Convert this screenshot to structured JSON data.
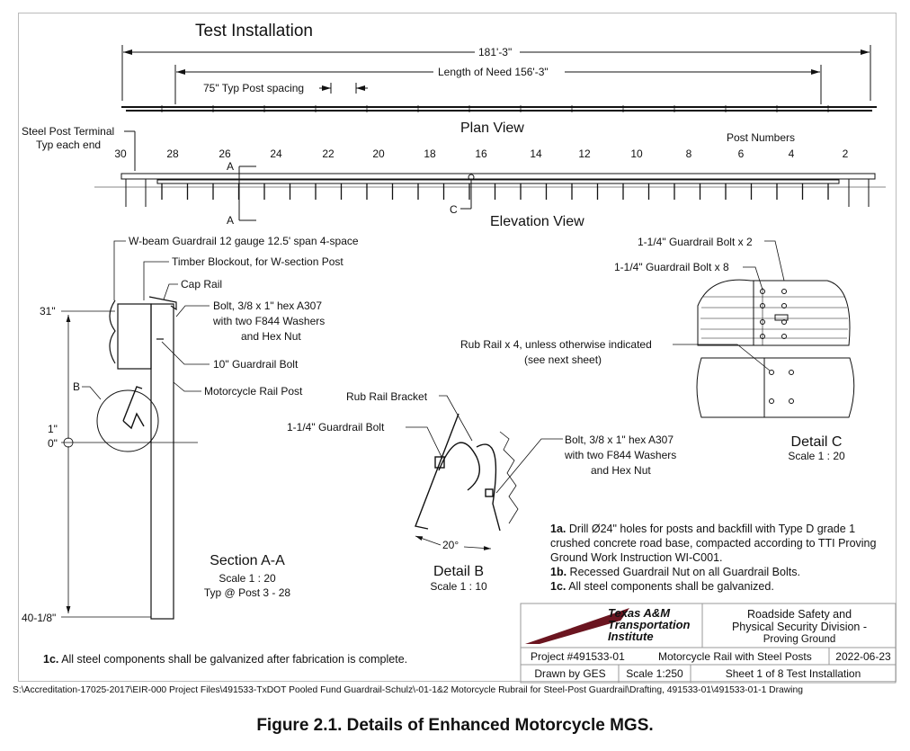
{
  "titles": {
    "test_installation": "Test Installation",
    "plan_view": "Plan View",
    "elevation_view": "Elevation View"
  },
  "dims": {
    "overall": "181'-3\"",
    "length_of_need": "Length of Need 156'-3\"",
    "post_spacing": "75\" Typ Post spacing"
  },
  "plan": {
    "steel_post_terminal": "Steel Post Terminal",
    "typ_each_end": "Typ each end",
    "post_numbers": "Post Numbers",
    "post_labels": [
      "30",
      "28",
      "26",
      "24",
      "22",
      "20",
      "18",
      "16",
      "14",
      "12",
      "10",
      "8",
      "6",
      "4",
      "2"
    ],
    "section_marker": "A",
    "detail_c_marker": "C"
  },
  "section": {
    "wbeam": "W-beam Guardrail 12 gauge 12.5' span 4-space",
    "blockout": "Timber Blockout, for W-section Post",
    "cap_rail": "Cap Rail",
    "bolt1": "Bolt, 3/8 x 1\" hex A307",
    "bolt2": "with two F844 Washers",
    "bolt3": "and Hex Nut",
    "guardrail_bolt": "10\" Guardrail Bolt",
    "post": "Motorcycle Rail Post",
    "dim_31": "31\"",
    "dim_1": "1\"",
    "dim_0": "0\"",
    "dim_40": "40-1/8\"",
    "detail_b_marker": "B",
    "title": "Section A-A",
    "scale": "Scale 1 : 20",
    "typ": "Typ @ Post 3 - 28"
  },
  "detail_b": {
    "rub_rail_bracket": "Rub Rail Bracket",
    "guardrail_bolt": "1-1/4\" Guardrail Bolt",
    "bolt1": "Bolt, 3/8 x 1\" hex A307",
    "bolt2": "with two F844 Washers",
    "bolt3": "and Hex Nut",
    "angle": "20°",
    "title": "Detail B",
    "scale": "Scale 1 : 10"
  },
  "detail_c": {
    "bolt_x2": "1-1/4\" Guardrail Bolt x 2",
    "bolt_x8": "1-1/4\" Guardrail Bolt x 8",
    "rub_rail1": "Rub Rail x 4, unless otherwise indicated",
    "rub_rail2": "(see next sheet)",
    "title": "Detail C",
    "scale": "Scale 1 : 20"
  },
  "notes": [
    {
      "num": "1a.",
      "text": "Drill Ø24\" holes for posts and backfill with Type D grade 1 crushed concrete road base, compacted according to TTI Proving Ground Work Instruction WI-C001."
    },
    {
      "num": "1b.",
      "text": "Recessed Guardrail Nut on all Guardrail Bolts."
    },
    {
      "num": "1c.",
      "text": "All steel components shall be galvanized."
    }
  ],
  "bottom_note": {
    "num": "1c.",
    "text": "All steel components shall be galvanized after fabrication is complete."
  },
  "title_block": {
    "logo_line1": "Texas A&M",
    "logo_line2": "Transportation",
    "logo_line3": "Institute",
    "division1": "Roadside Safety and",
    "division2": "Physical Security Division -",
    "division3": "Proving Ground",
    "project": "Project #491533-01",
    "description": "Motorcycle Rail with Steel Posts",
    "date": "2022-06-23",
    "drawn_by": "Drawn by GES",
    "scale": "Scale 1:250",
    "sheet": "Sheet 1 of 8  Test Installation",
    "brand_color": "#6b1520"
  },
  "file_path": "S:\\Accreditation-17025-2017\\EIR-000 Project Files\\491533-TxDOT Pooled Fund Guardrail-Schulz\\-01-1&2 Motorcycle Rubrail for Steel-Post Guardrail\\Drafting, 491533-01\\491533-01-1 Drawing",
  "caption": "Figure 2.1. Details of Enhanced Motorcycle MGS."
}
